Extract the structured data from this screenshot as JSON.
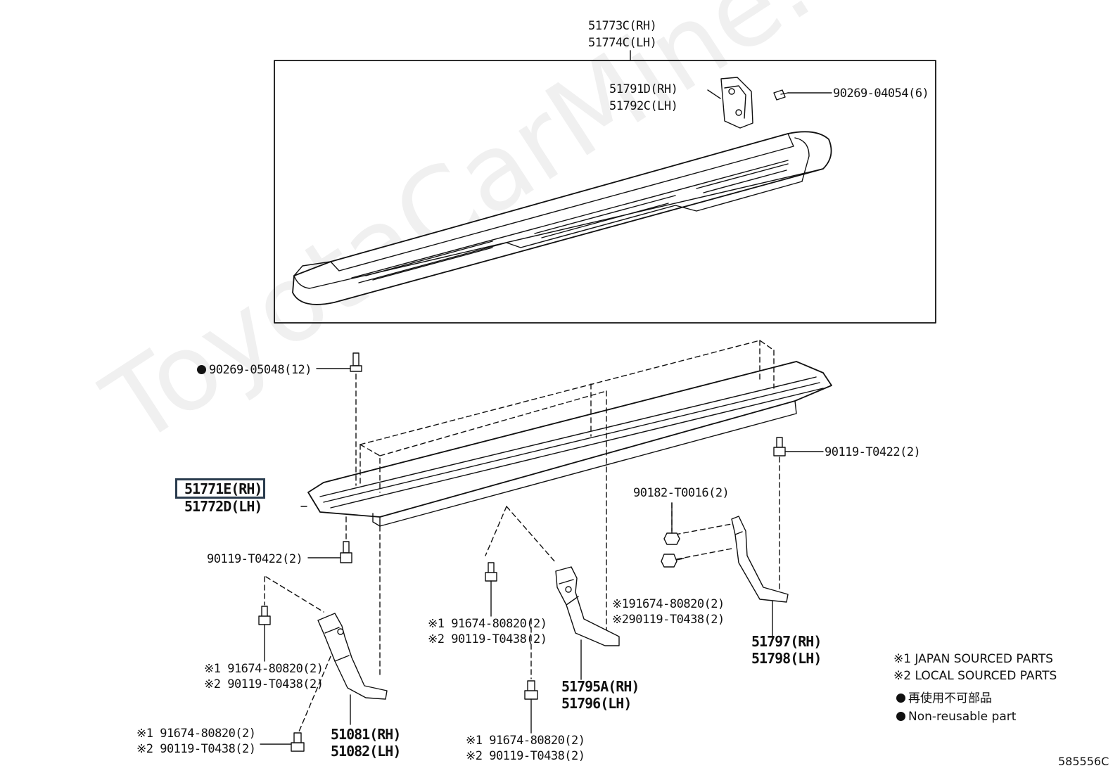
{
  "watermark": "ToyotaCarMine.ru",
  "assembly": {
    "part_rh": "51773C(RH)",
    "part_lh": "51774C(LH)"
  },
  "end_bracket": {
    "part_rh": "51791D(RH)",
    "part_lh": "51792C(LH)"
  },
  "screw_top": "90269-04054(6)",
  "rivet": "90269-05048(12)",
  "bolt_right": "90119-T0422(2)",
  "bolt_left": "90119-T0422(2)",
  "step_base": {
    "part_rh": "51771E(RH)",
    "part_lh": "51772D(LH)"
  },
  "nut_right": "90182-T0016(2)",
  "middle_bracket_callout": {
    "line1": "※1 91674-80820(2)",
    "line2": "※2 90119-T0438(2)"
  },
  "right_bracket_callout": {
    "line1": "※191674-80820(2)",
    "line2": "※290119-T0438(2)"
  },
  "left_bracket_callout": {
    "line1": "※1 91674-80820(2)",
    "line2": "※2 90119-T0438(2)"
  },
  "bottom_left_callout": {
    "line1": "※1 91674-80820(2)",
    "line2": "※2 90119-T0438(2)"
  },
  "bottom_middle_callout": {
    "line1": "※1 91674-80820(2)",
    "line2": "※2 90119-T0438(2)"
  },
  "bracket_51797": {
    "part_rh": "51797(RH)",
    "part_lh": "51798(LH)"
  },
  "bracket_51795": {
    "part_rh": "51795A(RH)",
    "part_lh": "51796(LH)"
  },
  "bracket_51081": {
    "part_rh": "51081(RH)",
    "part_lh": "51082(LH)"
  },
  "legend": {
    "note1": "※1 JAPAN SOURCED PARTS",
    "note2": "※2 LOCAL SOURCED PARTS",
    "non_reusable_jp": "再使用不可部品",
    "non_reusable_en": "Non-reusable part"
  },
  "illustration_code": "585556C"
}
